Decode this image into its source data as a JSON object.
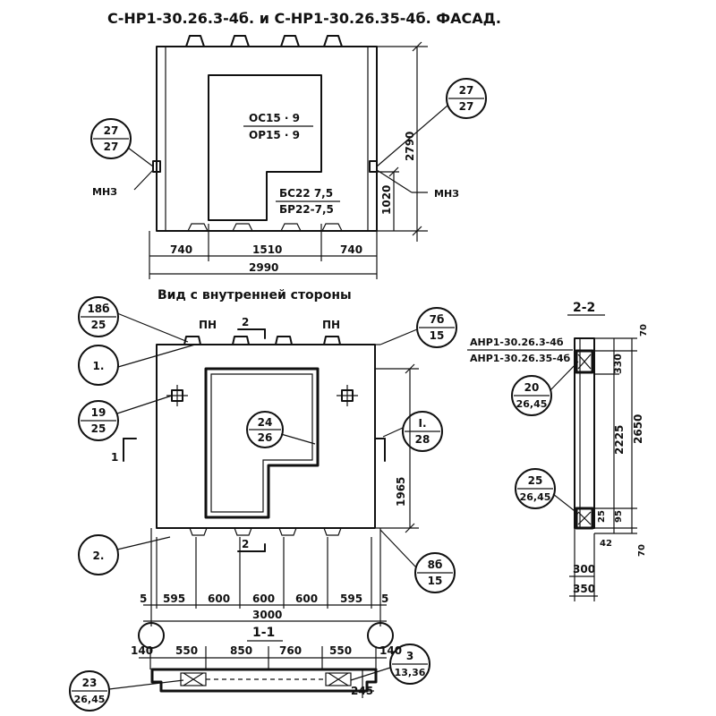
{
  "title": "С-НР1-30.26.3-4б. и С-НР1-30.26.35-4б. ФАСАД.",
  "facade": {
    "opening_mark_top": "ОС15 · 9",
    "opening_mark_bottom": "ОР15 · 9",
    "door_mark_top": "БС22 7,5",
    "door_mark_bottom": "БР22-7,5",
    "callout_left": {
      "top": "27",
      "bottom": "27"
    },
    "callout_right": {
      "top": "27",
      "bottom": "27"
    },
    "label_mnz_left": "МНЗ",
    "label_mnz_right": "МНЗ",
    "dim_height": "2790",
    "dim_sill": "1020",
    "dim_740_left": "740",
    "dim_1510": "1510",
    "dim_740_right": "740",
    "dim_total": "2990"
  },
  "interior": {
    "caption": "Вид с внутренней стороны",
    "pn_left": "ПН",
    "pn_right": "ПН",
    "section_mark_top": "2",
    "section_mark_bottom": "2",
    "section_mark_left": "1",
    "callout_18": {
      "top": "18б",
      "bottom": "25"
    },
    "callout_1": {
      "top": "1.",
      "bottom": ""
    },
    "callout_19": {
      "top": "19",
      "bottom": "25"
    },
    "callout_2": {
      "top": "2.",
      "bottom": ""
    },
    "callout_24": {
      "top": "24",
      "bottom": "26"
    },
    "callout_7": {
      "top": "7б",
      "bottom": "15"
    },
    "callout_I": {
      "top": "I.",
      "bottom": "28"
    },
    "callout_8": {
      "top": "8б",
      "bottom": "15"
    },
    "dim_1965": "1965",
    "dims_bottom": [
      "5",
      "595",
      "600",
      "600",
      "600",
      "595",
      "5"
    ],
    "dim_total": "3000"
  },
  "section_1_1": {
    "title": "1-1",
    "dims": [
      "140",
      "550",
      "850",
      "760",
      "550",
      "140"
    ],
    "dim_245": "245",
    "callout_23": {
      "top": "23",
      "bottom": "26,45"
    },
    "callout_3": {
      "top": "3",
      "bottom": "13,36"
    }
  },
  "section_2_2": {
    "title": "2-2",
    "label_line1": "АНР1-30.26.3-4б",
    "label_line2": "АНР1-30.26.35-4б",
    "callout_20": {
      "top": "20",
      "bottom": "26,45"
    },
    "callout_25": {
      "top": "25",
      "bottom": "26,45"
    },
    "dim_70_top": "70",
    "dim_330": "330",
    "dim_2225": "2225",
    "dim_2650": "2650",
    "dim_95": "95",
    "dim_25": "25",
    "dim_42": "42",
    "dim_70_bottom": "70",
    "dim_300": "300",
    "dim_350": "350"
  }
}
